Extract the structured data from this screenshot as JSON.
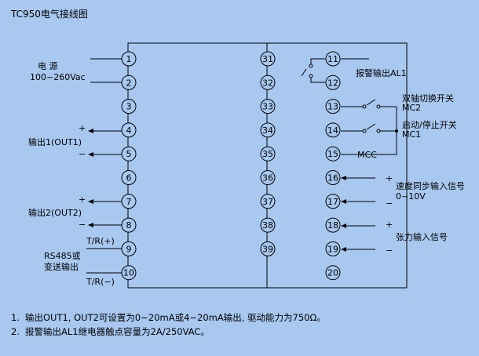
{
  "title": "TC950电气接线图",
  "left_terminals": [
    "1",
    "2",
    "3",
    "4",
    "5",
    "6",
    "7",
    "8",
    "9",
    "10"
  ],
  "mid_terminals": [
    "31",
    "32",
    "33",
    "34",
    "35",
    "36",
    "37",
    "38",
    "39"
  ],
  "right_terminals": [
    "11",
    "12",
    "13",
    "14",
    "15",
    "16",
    "17",
    "18",
    "19",
    "20"
  ],
  "labels": {
    "power_1": "电  源",
    "power_2": "100~260Vac",
    "out1": "输出1(OUT1)",
    "out2": "输出2(OUT2)",
    "plus": "+",
    "minus": "−",
    "tr_plus": "T/R(+)",
    "tr_minus": "T/R(−)",
    "rs485_1": "RS485或",
    "rs485_2": "变送输出",
    "alarm": "报警输出AL1",
    "mc2_1": "双轴切换开关",
    "mc2_2": "MC2",
    "mc1_1": "启动/停止开关",
    "mc1_2": "MC1",
    "mcc": "MCC",
    "speed_1": "速度同步输入信号",
    "speed_2": "0~10V",
    "tension": "张力输入信号"
  },
  "notes": [
    {
      "index": "1.",
      "text": "输出OUT1, OUT2可设置为0~20mA或4~20mA输出, 驱动能力为750Ω。"
    },
    {
      "index": "2.",
      "text": "报警输出AL1继电器触点容量为2A/250VAC。"
    }
  ]
}
